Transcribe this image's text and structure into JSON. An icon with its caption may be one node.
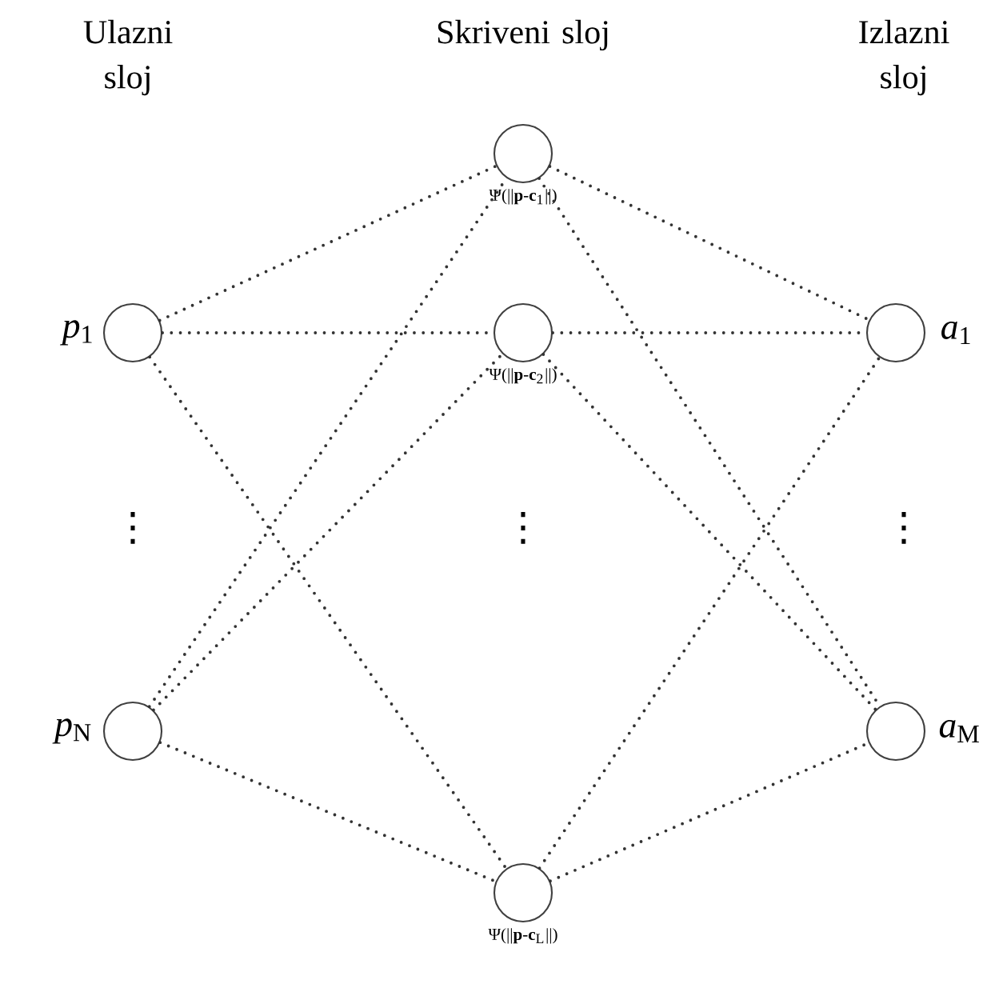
{
  "diagram": {
    "nodes": [
      {
        "text": [],
        "shape": "circle",
        "beside": [
          "*p*$_{1}$"
        ]
      },
      {
        "text": [],
        "shape": "circle",
        "beside": [
          "*p*$_{N}$"
        ]
      },
      {
        "text": [],
        "shape": "circle",
        "beside": [
          "Ψ(||**p**-**c**$_{1}$||)"
        ]
      },
      {
        "text": [],
        "shape": "circle",
        "beside": [
          "Ψ(||**p**-**c**$_{2}$||)"
        ]
      },
      {
        "text": [],
        "shape": "circle",
        "beside": [
          "Ψ(||**p**-**c**$_{L}$||)"
        ]
      },
      {
        "text": [],
        "shape": "circle",
        "beside": [
          "*a*$_{1}$"
        ]
      },
      {
        "text": [],
        "shape": "circle",
        "beside": [
          "*a*$_{M}$"
        ]
      }
    ],
    "edges": [
      {
        "from": 0,
        "to": 2,
        "arrow": "none"
      },
      {
        "from": 0,
        "to": 3,
        "arrow": "none"
      },
      {
        "from": 0,
        "to": 4,
        "arrow": "none"
      },
      {
        "from": 1,
        "to": 2,
        "arrow": "none"
      },
      {
        "from": 1,
        "to": 3,
        "arrow": "none"
      },
      {
        "from": 1,
        "to": 4,
        "arrow": "none"
      },
      {
        "from": 2,
        "to": 5,
        "arrow": "none"
      },
      {
        "from": 2,
        "to": 6,
        "arrow": "none"
      },
      {
        "from": 3,
        "to": 5,
        "arrow": "none"
      },
      {
        "from": 3,
        "to": 6,
        "arrow": "none"
      },
      {
        "from": 4,
        "to": 5,
        "arrow": "none"
      },
      {
        "from": 4,
        "to": 6,
        "arrow": "none"
      }
    ],
    "labels": [
      "Ulazni sloj",
      "Skriveni sloj",
      "Izlazni sloj",
      "⋮",
      "⋮",
      "⋮"
    ]
  }
}
